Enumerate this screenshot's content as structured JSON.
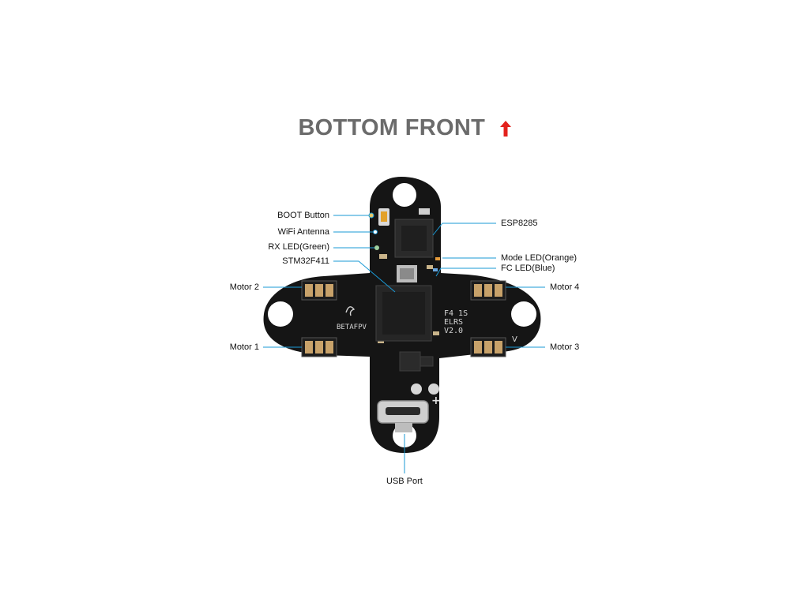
{
  "title": {
    "text": "BOTTOM FRONT",
    "arrow_color": "#e3211c"
  },
  "colors": {
    "board": "#141414",
    "leader": "#1a9ad6",
    "title": "#6b6b6b"
  },
  "silkscreen": {
    "brand": "BETAFPV",
    "model_line1": "F4 1S",
    "model_line2": "ELRS",
    "model_line3": "V2.0",
    "plus": "+",
    "v_mark": "V"
  },
  "callouts": {
    "boot_button": "BOOT Button",
    "wifi_antenna": "WiFi Antenna",
    "rx_led": "RX LED(Green)",
    "stm32": "STM32F411",
    "motor2": "Motor 2",
    "motor1": "Motor 1",
    "esp8285": "ESP8285",
    "mode_led": "Mode LED(Orange)",
    "fc_led": "FC LED(Blue)",
    "motor4": "Motor 4",
    "motor3": "Motor 3",
    "usb_port": "USB Port"
  }
}
